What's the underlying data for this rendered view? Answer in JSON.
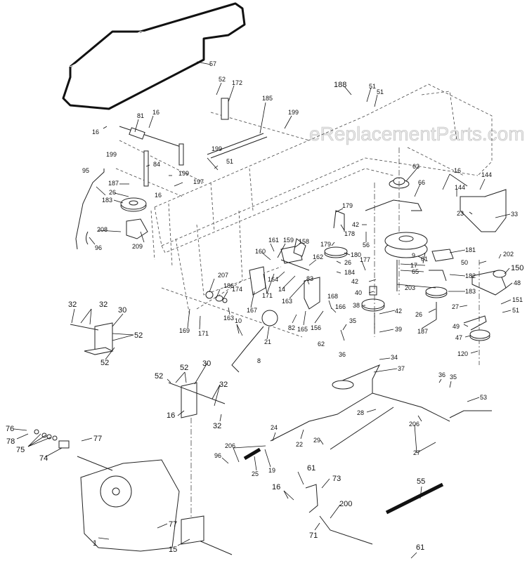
{
  "watermark": "eReplacementParts.com",
  "labels": {
    "l57": "57",
    "l52a": "52",
    "l172": "172",
    "l185": "185",
    "l199a": "199",
    "l188": "188",
    "l51a": "51",
    "l51b": "51",
    "l81": "81",
    "l16a": "16",
    "l16b": "16",
    "l199b": "199",
    "l84": "84",
    "l199c": "199",
    "l199d": "199",
    "l51c": "51",
    "l197": "197",
    "l16c": "16",
    "l95": "95",
    "l187a": "187",
    "l26a": "26",
    "l183a": "183",
    "l208": "208",
    "l209": "209",
    "l96a": "96",
    "l63": "63",
    "l66": "66",
    "l16d": "16",
    "l144a": "144",
    "l144b": "144",
    "l23": "23",
    "l33": "33",
    "l179a": "179",
    "l178": "178",
    "l42a": "42",
    "l56": "56",
    "l179b": "179",
    "l180": "180",
    "l26b": "26",
    "l184": "184",
    "l9": "9",
    "l61a": "61",
    "l17": "17",
    "l65": "65",
    "l203": "203",
    "l177": "177",
    "l42b": "42",
    "l40": "40",
    "l38": "38",
    "l42c": "42",
    "l39": "39",
    "l181": "181",
    "l182": "182",
    "l183b": "183",
    "l26c": "26",
    "l187b": "187",
    "l202": "202",
    "l50": "50",
    "l150": "150",
    "l48": "48",
    "l27a": "27",
    "l151": "151",
    "l51d": "51",
    "l49": "49",
    "l47": "47",
    "l120": "120",
    "l161": "161",
    "l160": "160",
    "l159": "159",
    "l158": "158",
    "l162": "162",
    "l164": "164",
    "l14": "14",
    "l163a": "163",
    "l83": "83",
    "l207": "207",
    "l186a": "186",
    "l174": "174",
    "l163b": "163",
    "l167": "167",
    "l171a": "171",
    "l168": "168",
    "l166": "166",
    "l156": "156",
    "l165": "165",
    "l82": "82",
    "l169": "169",
    "l171b": "171",
    "l10": "10",
    "l21": "21",
    "l8": "8",
    "l62": "62",
    "l35a": "35",
    "l36a": "36",
    "l34": "34",
    "l37": "37",
    "l32a": "32",
    "l32b": "32",
    "l30a": "30",
    "l52b": "52",
    "l52c": "52",
    "l52d": "52",
    "l52e": "52",
    "l30b": "30",
    "l32c": "32",
    "l16e": "16",
    "l32d": "32",
    "l36b": "36",
    "l35b": "35",
    "l53": "53",
    "l28": "28",
    "l206a": "206",
    "l27b": "27",
    "l24": "24",
    "l22": "22",
    "l29": "29",
    "l206b": "206",
    "l96b": "96",
    "l19": "19",
    "l25": "25",
    "l76": "76",
    "l78": "78",
    "l75": "75",
    "l74": "74",
    "l77a": "77",
    "l77b": "77",
    "l1": "1",
    "l15": "15",
    "l61b": "61",
    "l73": "73",
    "l16f": "16",
    "l200": "200",
    "l71": "71",
    "l55": "55",
    "l61c": "61"
  }
}
